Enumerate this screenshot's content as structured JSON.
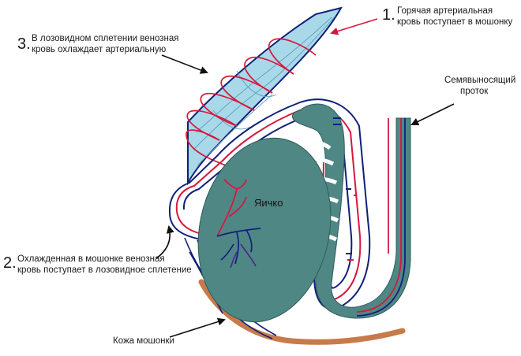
{
  "labels": {
    "hot_blood": {
      "number": "1.",
      "line1": "Горячая артериальная",
      "line2": "кровь поступает в мошонку"
    },
    "cooled_blood": {
      "number": "2.",
      "line1": "Охлажденная в мошонке венозная",
      "line2": "кровь поступает в лозовидное сплетение"
    },
    "plexus": {
      "number": "3.",
      "line1": "В лозовидном сплетении венозная",
      "line2": "кровь охлаждает артериальную"
    },
    "vas_deferens": {
      "line1": "Семявыносящий",
      "line2": "проток"
    },
    "testis": "Яичко",
    "scrotum_skin": "Кожа мошонки"
  },
  "colors": {
    "plexus_fill": "#a9d8e8",
    "testis_fill": "#4f8784",
    "epididymis_fill": "#4f8784",
    "artery": "#d6173d",
    "vein": "#10207a",
    "skin": "#c77a4a",
    "pointer": "#111111",
    "deep_vessel": "#4a2a8a"
  }
}
